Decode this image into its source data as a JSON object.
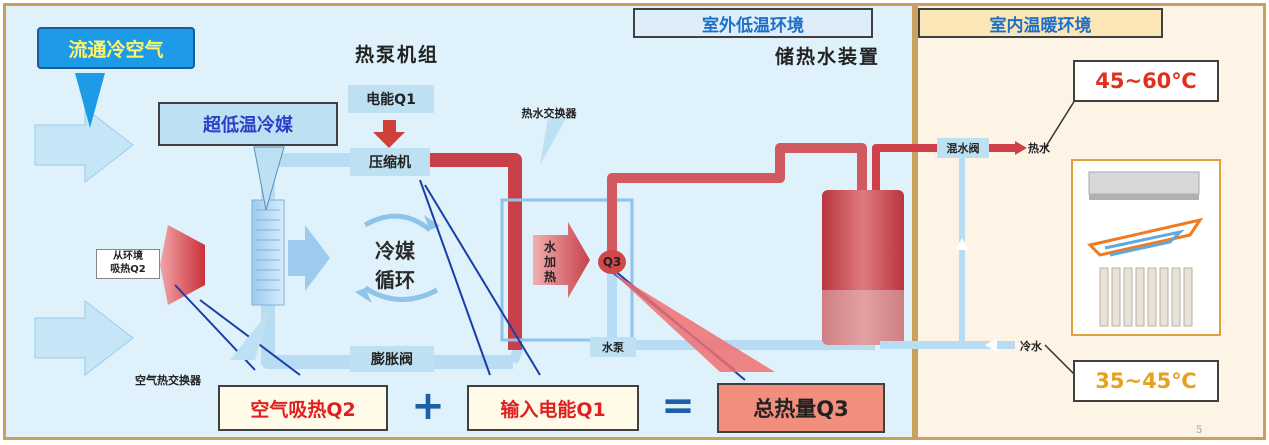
{
  "zones": {
    "outdoor_label": "室外低温环境",
    "indoor_label": "室内温暖环境"
  },
  "labels": {
    "cold_air": "流通冷空气",
    "heat_pump_unit": "热泵机组",
    "water_storage": "储热水装置",
    "refrigerant": "超低温冷媒",
    "electric_q1": "电能Q1",
    "compressor": "压缩机",
    "water_exchanger": "热水交换器",
    "refrigerant_cycle_1": "冷媒",
    "refrigerant_cycle_2": "循环",
    "expansion_valve": "膨胀阀",
    "air_exchanger": "空气热交换器",
    "absorb_env_1": "从环境",
    "absorb_env_2": "吸热Q2",
    "water_heating_1": "水",
    "water_heating_2": "加",
    "water_heating_3": "热",
    "q3": "Q3",
    "pump": "水泵",
    "mixing_valve": "混水阀",
    "hot_water": "热水",
    "cold_water": "冷水",
    "temp_hot": "45~60℃",
    "temp_cold": "35~45℃",
    "page_number": "5"
  },
  "equation": {
    "term1": "空气吸热Q2",
    "plus": "+",
    "term2": "输入电能Q1",
    "equals": "=",
    "result": "总热量Q3"
  },
  "colors": {
    "outdoor_bg": "#dff1fb",
    "indoor_bg": "#fdf4e6",
    "zone_border": "#c8a060",
    "cold_pipe": "#b8dcf4",
    "hot_pipe": "#c8404a",
    "equation_red": "#e02020",
    "plus_blue": "#1e5fa8",
    "hot_temp": "#e03020",
    "cold_temp": "#e8a020"
  }
}
